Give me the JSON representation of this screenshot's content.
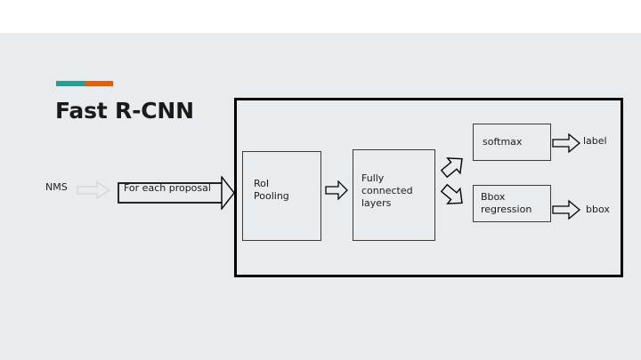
{
  "slide": {
    "title": "Fast R-CNN",
    "accent_colors": {
      "left": "#2a9d93",
      "right": "#e2600d"
    },
    "background": "#e8ecee",
    "canvas": "#ffffff"
  },
  "diagram": {
    "type": "flowchart",
    "nodes": [
      {
        "id": "nms",
        "label": "NMS",
        "shape": "text"
      },
      {
        "id": "proposal",
        "label": "For each proposal",
        "shape": "block-arrow-right"
      },
      {
        "id": "roi",
        "label": "RoI\nPooling",
        "shape": "rect"
      },
      {
        "id": "fc",
        "label": "Fully\nconnected\nlayers",
        "shape": "rect"
      },
      {
        "id": "softmax",
        "label": "softmax",
        "shape": "rect"
      },
      {
        "id": "bbox_reg",
        "label": "Bbox\nregression",
        "shape": "rect"
      },
      {
        "id": "label",
        "label": "label",
        "shape": "text"
      },
      {
        "id": "bbox",
        "label": "bbox",
        "shape": "text"
      }
    ],
    "edges": [
      {
        "from": "nms",
        "to": "proposal",
        "style": "block-arrow-right",
        "color": "#cfd4d6"
      },
      {
        "from": "proposal",
        "to": "roi",
        "style": "block-arrow-right",
        "color": "#000000"
      },
      {
        "from": "roi",
        "to": "fc",
        "style": "block-arrow-right",
        "color": "#000000"
      },
      {
        "from": "fc",
        "to": "softmax",
        "style": "block-arrow-up-right",
        "color": "#000000"
      },
      {
        "from": "fc",
        "to": "bbox_reg",
        "style": "block-arrow-down-right",
        "color": "#000000"
      },
      {
        "from": "softmax",
        "to": "label",
        "style": "block-arrow-right",
        "color": "#000000"
      },
      {
        "from": "bbox_reg",
        "to": "bbox",
        "style": "block-arrow-right",
        "color": "#000000"
      }
    ],
    "container": {
      "label": "",
      "border_color": "#000000"
    }
  },
  "labels": {
    "nms": "NMS",
    "proposal": "For each proposal",
    "roi_pooling": "RoI\nPooling",
    "fully_connected": "Fully\nconnected\nlayers",
    "softmax": "softmax",
    "bbox_regression": "Bbox\nregression",
    "out_label": "label",
    "out_bbox": "bbox"
  }
}
